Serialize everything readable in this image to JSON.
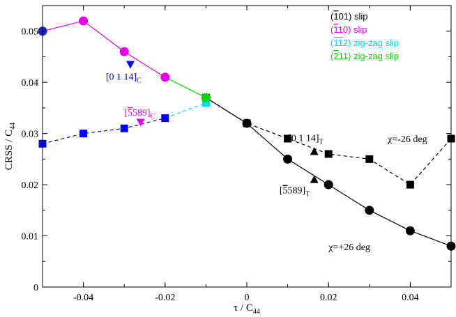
{
  "chart_data": {
    "type": "line",
    "xlabel_main": "τ / C",
    "xlabel_sub": "44",
    "ylabel_main": "CRSS / C",
    "ylabel_sub": "44",
    "xlim": [
      -0.05,
      0.05
    ],
    "ylim": [
      0,
      0.055
    ],
    "xticks": [
      -0.04,
      -0.02,
      0,
      0.02,
      0.04
    ],
    "xtick_labels": [
      "-0.04",
      "-0.02",
      "0",
      "0.02",
      "0.04"
    ],
    "yticks": [
      0,
      0.01,
      0.02,
      0.03,
      0.04,
      0.05
    ],
    "ytick_labels": [
      "0",
      "0.01",
      "0.02",
      "0.03",
      "0.04",
      "0.05"
    ],
    "grid": false,
    "legend_position": "top-right",
    "legend": [
      {
        "pre": "(",
        "bar": "1",
        "post": "01) slip",
        "color": "#000000"
      },
      {
        "pre": "(",
        "bar": "1",
        "post": "10) slip",
        "color": "#e600e6"
      },
      {
        "pre": "(",
        "bar": "11",
        "post": "2) zig-zag slip",
        "color": "#00d8f0"
      },
      {
        "pre": "(",
        "bar": "2",
        "post": "11) zig-zag slip",
        "color": "#00d800"
      }
    ],
    "series": [
      {
        "color": "#e600e6",
        "line": "solid",
        "marker": "circle",
        "points": [
          [
            -0.05,
            0.05
          ],
          [
            -0.04,
            0.052
          ],
          [
            -0.03,
            0.046
          ],
          [
            -0.02,
            0.041
          ]
        ]
      },
      {
        "color": "#00d800",
        "line": "solid",
        "marker": "none",
        "points": [
          [
            -0.02,
            0.041
          ],
          [
            -0.01,
            0.037
          ]
        ]
      },
      {
        "color": "#0000ff",
        "line": "dashed",
        "marker": "square",
        "points": [
          [
            -0.05,
            0.028
          ],
          [
            -0.04,
            0.03
          ],
          [
            -0.03,
            0.031
          ],
          [
            -0.02,
            0.033
          ]
        ]
      },
      {
        "color": "#00d8f0",
        "line": "dashed",
        "marker": "none",
        "points": [
          [
            -0.02,
            0.033
          ],
          [
            -0.01,
            0.036
          ]
        ]
      },
      {
        "color": "#000000",
        "line": "solid",
        "marker": "circle",
        "points": [
          [
            -0.01,
            0.037
          ],
          [
            0,
            0.032
          ],
          [
            0.01,
            0.025
          ],
          [
            0.02,
            0.02
          ],
          [
            0.03,
            0.015
          ],
          [
            0.04,
            0.011
          ],
          [
            0.05,
            0.008
          ]
        ]
      },
      {
        "color": "#000000",
        "line": "dashed",
        "marker": "square",
        "points": [
          [
            -0.01,
            0.037
          ],
          [
            0,
            0.032
          ],
          [
            0.01,
            0.029
          ],
          [
            0.02,
            0.026
          ],
          [
            0.03,
            0.025
          ],
          [
            0.04,
            0.02
          ],
          [
            0.05,
            0.029
          ]
        ]
      }
    ],
    "extra_markers": [
      {
        "x": -0.05,
        "y": 0.05,
        "marker": "circle",
        "color": "#2020cc"
      },
      {
        "x": -0.01,
        "y": 0.036,
        "marker": "square",
        "color": "#00d8f0"
      },
      {
        "x": -0.01,
        "y": 0.037,
        "marker": "circle",
        "color": "#00d800"
      },
      {
        "x": -0.0285,
        "y": 0.0435,
        "marker": "triangle-down",
        "color": "#0000ff"
      },
      {
        "x": -0.026,
        "y": 0.0322,
        "marker": "triangle-down",
        "color": "#e600e6"
      },
      {
        "x": 0.0165,
        "y": 0.0265,
        "marker": "triangle-up",
        "color": "#000000"
      },
      {
        "x": 0.0165,
        "y": 0.021,
        "marker": "triangle-up",
        "color": "#000000"
      }
    ],
    "annotations": [
      {
        "id": "ann-0114-c",
        "main": "[0 1 14]",
        "sub": "C",
        "bar": "",
        "color": "#0000ff",
        "x": -0.0345,
        "y": 0.0405
      },
      {
        "id": "ann-589-c",
        "main": "589]",
        "sub": "C",
        "bar": "5",
        "pre": "[",
        "color": "#e600e6",
        "x": -0.03,
        "y": 0.0335
      },
      {
        "id": "ann-0114-t",
        "main": "[0 1 14]",
        "sub": "T",
        "bar": "",
        "color": "#000000",
        "x": 0.0101,
        "y": 0.0285
      },
      {
        "id": "ann-589-t",
        "main": "589]",
        "sub": "T",
        "bar": "5",
        "pre": "[",
        "color": "#000000",
        "x": 0.008,
        "y": 0.0183
      },
      {
        "id": "ann-chi-neg",
        "main": "χ=-26 deg",
        "sub": "",
        "bar": "",
        "color": "#000000",
        "x": 0.0345,
        "y": 0.0283
      },
      {
        "id": "ann-chi-pos",
        "main": "χ=+26 deg",
        "sub": "",
        "bar": "",
        "color": "#000000",
        "x": 0.02,
        "y": 0.0072
      }
    ]
  }
}
